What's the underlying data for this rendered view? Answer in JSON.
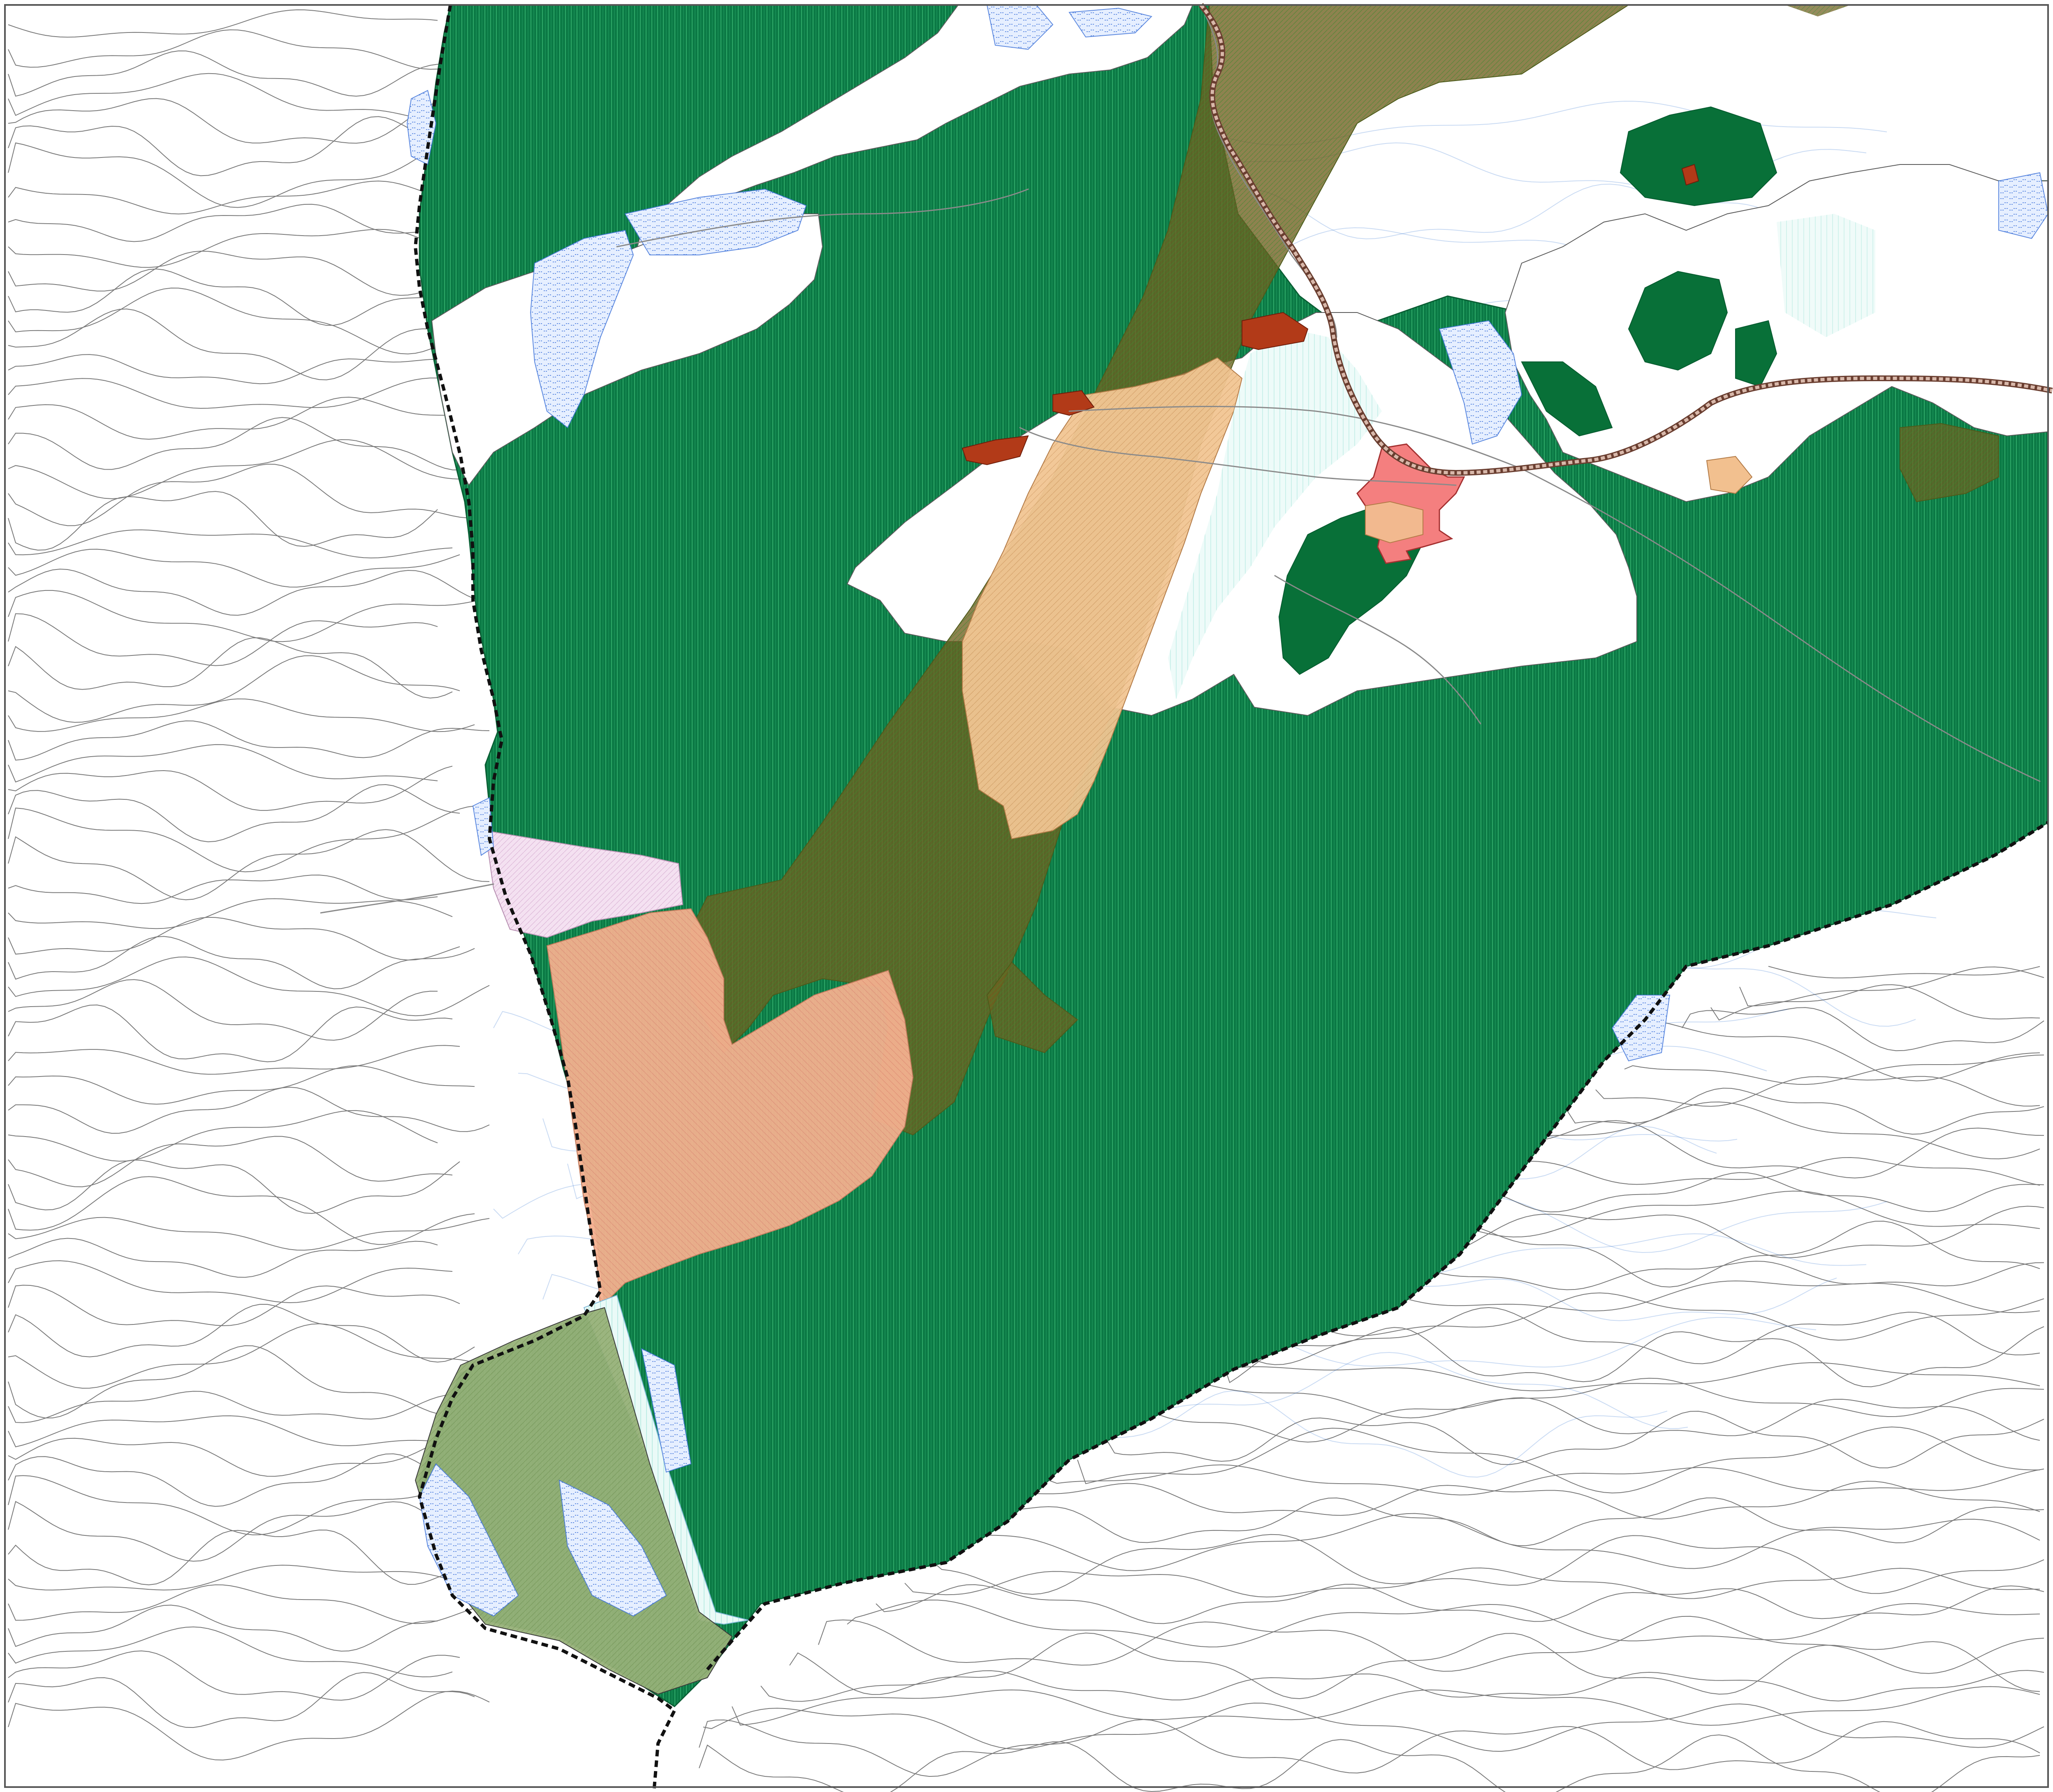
{
  "map": {
    "colors": {
      "background": "#ffffff",
      "border": "#555555",
      "forest": "#0b7a45",
      "forest_dark": "#076a3a",
      "forest_hatch": "#3fbf7a",
      "olive": "#6e5f1e",
      "olive_light": "#8fae6b",
      "peach": "#f1c592",
      "salmon": "#f3b08e",
      "red_zone": "#f47f7f",
      "dark_red": "#b23a18",
      "lilac": "#f2dcef",
      "cyan_hatch": "#b8efe7",
      "water_blue": "#3a6fd8",
      "contour": "#7a7a7a",
      "road": "#9a9a9a",
      "railway": "#8a5b4a",
      "perimeter": "#111111"
    },
    "icons": [
      "dashed-perimeter-line",
      "railway-line",
      "contour-lines",
      "water-hatch"
    ]
  }
}
